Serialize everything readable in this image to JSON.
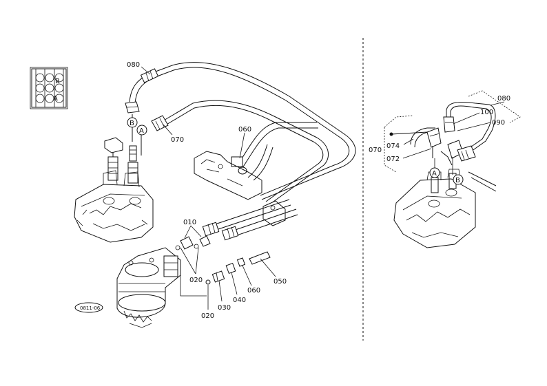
{
  "callouts": {
    "c080_left": "080",
    "c070_left": "070",
    "c060_top": "060",
    "c010": "010",
    "c020_mid": "020",
    "c020_low": "020",
    "c030": "030",
    "c040": "040",
    "c060_low": "060",
    "c050": "050",
    "c080_right": "080",
    "c100": "100",
    "c090": "090",
    "c070_right": "070",
    "c074": "074",
    "c072": "072"
  },
  "markers": {
    "a": "A",
    "b": "B"
  },
  "key_legend": {
    "b": "B",
    "a": "A"
  },
  "stamp": "0811-06"
}
